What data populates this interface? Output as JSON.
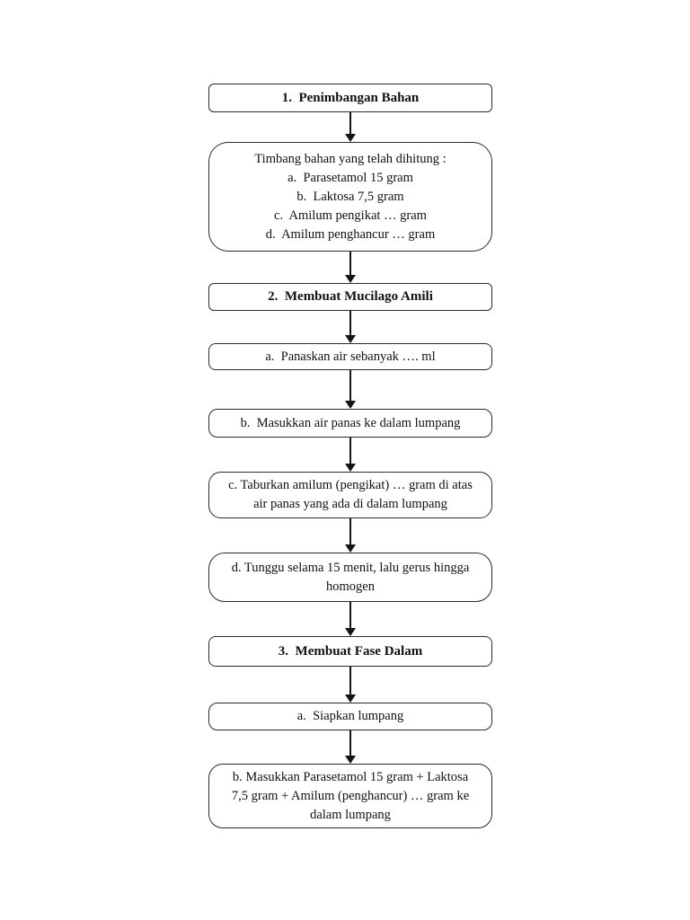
{
  "document": {
    "background_color": "#ffffff",
    "text_color": "#111111",
    "line_color": "#2b2b2b"
  },
  "flowchart": {
    "nodes": [
      {
        "id": "penimbangan-title",
        "kind": "title",
        "lines": [
          "1.  Penimbangan Bahan"
        ]
      },
      {
        "id": "penimbangan-detail",
        "kind": "detail",
        "lines": [
          "Timbang bahan yang telah dihitung :",
          "a.  Parasetamol 15 gram",
          "b.  Laktosa 7,5 gram",
          "c.  Amilum pengikat … gram",
          "d.  Amilum penghancur … gram"
        ]
      },
      {
        "id": "mucilago-title",
        "kind": "title",
        "lines": [
          "2.  Membuat Mucilago Amili"
        ]
      },
      {
        "id": "mucilago-step-a",
        "kind": "detail",
        "lines": [
          "a.  Panaskan air sebanyak …. ml"
        ]
      },
      {
        "id": "mucilago-step-b",
        "kind": "detail",
        "lines": [
          "b.  Masukkan air panas ke dalam lumpang"
        ]
      },
      {
        "id": "mucilago-step-c",
        "kind": "detail",
        "lines": [
          "c. Taburkan amilum (pengikat) … gram di atas",
          "air panas yang ada di dalam lumpang"
        ]
      },
      {
        "id": "mucilago-step-d",
        "kind": "detail",
        "lines": [
          "d. Tunggu selama 15 menit, lalu gerus hingga",
          "homogen"
        ]
      },
      {
        "id": "fase-dalam-title",
        "kind": "title",
        "lines": [
          "3.  Membuat Fase Dalam"
        ]
      },
      {
        "id": "fase-dalam-step-a",
        "kind": "detail",
        "lines": [
          "a.  Siapkan lumpang"
        ]
      },
      {
        "id": "fase-dalam-step-b",
        "kind": "detail",
        "lines": [
          "b. Masukkan Parasetamol 15 gram + Laktosa",
          "7,5 gram + Amilum (penghancur) … gram ke",
          "dalam lumpang"
        ]
      }
    ]
  }
}
